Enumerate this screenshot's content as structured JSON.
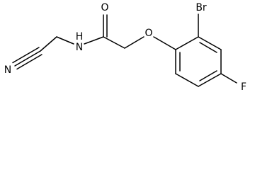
{
  "molecule": {
    "atoms": {
      "nitrogen_nitrile": "N",
      "nitrogen_amide": "N",
      "hydrogen_amide": "H",
      "oxygen_carbonyl": "O",
      "oxygen_ether": "O",
      "bromine": "Br",
      "fluorine": "F"
    }
  }
}
